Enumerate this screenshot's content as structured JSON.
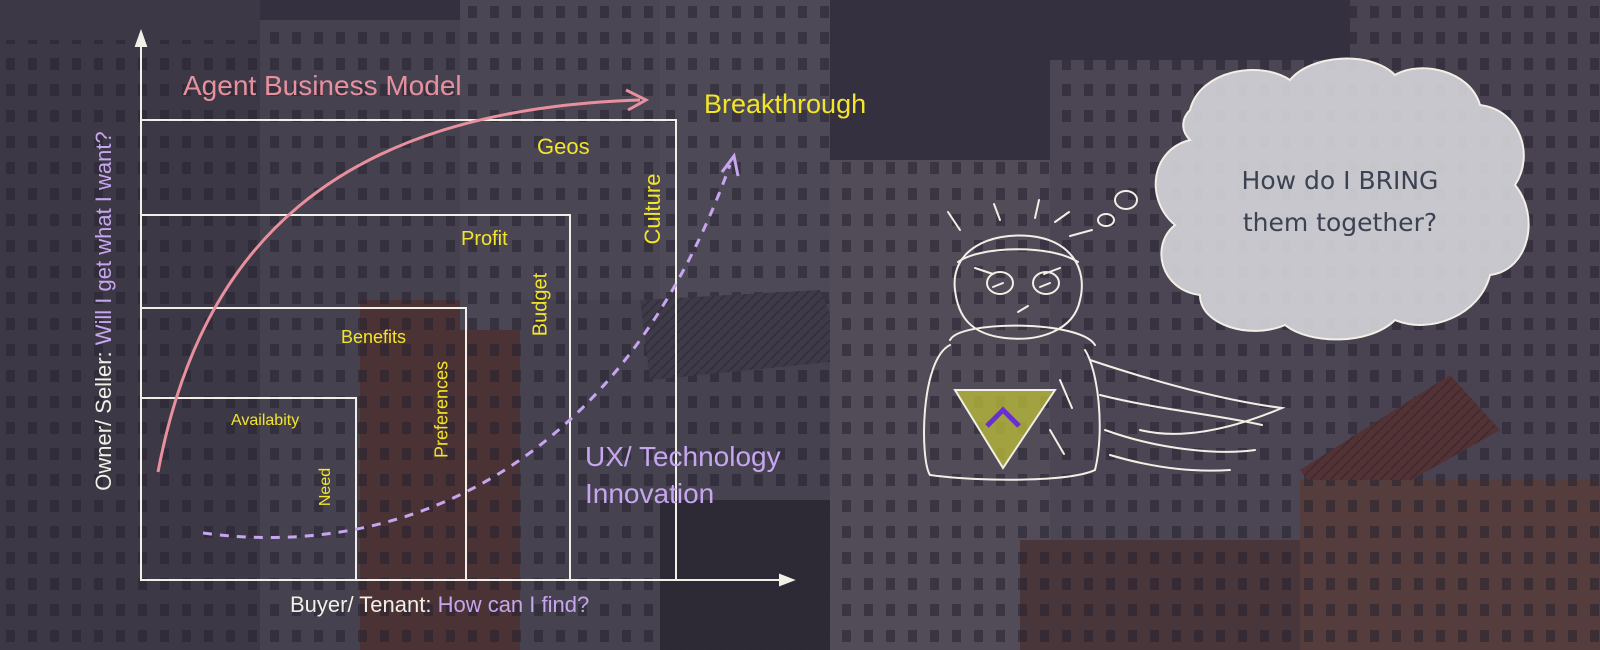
{
  "diagram": {
    "title": "Agent Business Model",
    "breakthrough_label": "Breakthrough",
    "y_axis": {
      "prefix": "Owner/ Seller: ",
      "question": "Will I get what I want?"
    },
    "x_axis": {
      "prefix": "Buyer/ Tenant: ",
      "question": "How can I find?"
    },
    "innovation_label": {
      "line1": "UX/ Technology",
      "line2": "Innovation"
    },
    "levels": [
      {
        "top_label": "Availabity",
        "side_label": "Need"
      },
      {
        "top_label": "Benefits",
        "side_label": "Preferences"
      },
      {
        "top_label": "Profit",
        "side_label": "Budget"
      },
      {
        "top_label": "Geos",
        "side_label": "Culture"
      }
    ],
    "thought_bubble": {
      "line1": "How do I BRING",
      "line2": "them together?"
    },
    "colors": {
      "label": "#f2e52a",
      "business_curve": "#e8909e",
      "innovation_curve": "#c6a6ee",
      "box_stroke": "#f2efe6",
      "cloud_fill": "#d9d9de",
      "shield_fill": "#b7b83a",
      "shield_mark": "#6a2fd0"
    },
    "icons": [
      "superhero-sketch-icon",
      "thought-cloud-icon",
      "chevron-up-icon"
    ]
  }
}
